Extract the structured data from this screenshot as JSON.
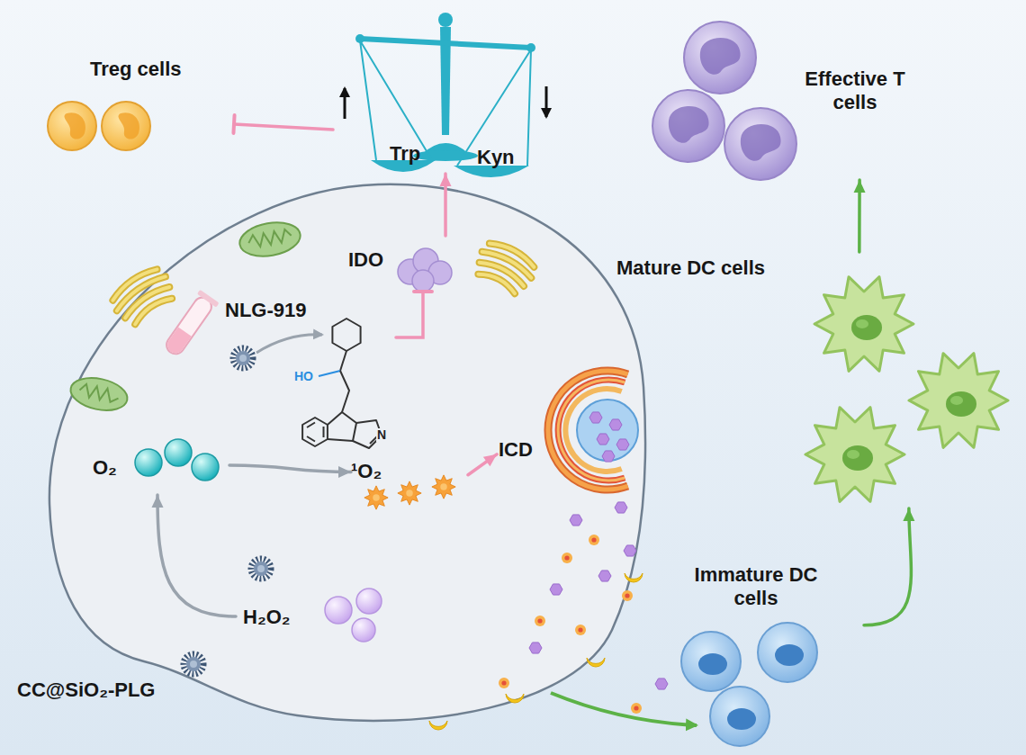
{
  "diagram": {
    "nodes": [
      {
        "text": [
          "Treg cells"
        ]
      },
      {
        "text": [
          "Trp",
          "Kyn"
        ]
      },
      {
        "text": [
          "Effective T cells"
        ]
      },
      {
        "text": [
          "IDO"
        ]
      },
      {
        "text": [
          "Mature DC cells"
        ]
      },
      {
        "text": [
          "NLG-919"
        ]
      },
      {
        "text": [
          "O₂"
        ]
      },
      {
        "text": [
          "¹O₂"
        ]
      },
      {
        "text": [
          "ICD"
        ]
      },
      {
        "text": [
          "Immature DC cells"
        ]
      },
      {
        "text": [
          "H₂O₂"
        ]
      },
      {
        "text": [
          "CC@SiO₂-PLG"
        ]
      }
    ],
    "edges": [
      {
        "from": 1,
        "to": 0,
        "arrow": "to"
      },
      {
        "from": 3,
        "to": 1,
        "arrow": "to"
      },
      {
        "from": 5,
        "to": 3,
        "arrow": "to"
      },
      {
        "from": 10,
        "to": 6,
        "arrow": "to"
      },
      {
        "from": 6,
        "to": 7,
        "arrow": "to"
      },
      {
        "from": 7,
        "to": 8,
        "arrow": "to"
      },
      {
        "from": 9,
        "to": 4,
        "arrow": "to"
      },
      {
        "from": 4,
        "to": 2,
        "arrow": "to"
      }
    ],
    "labels": [
      "HO",
      "N"
    ]
  }
}
